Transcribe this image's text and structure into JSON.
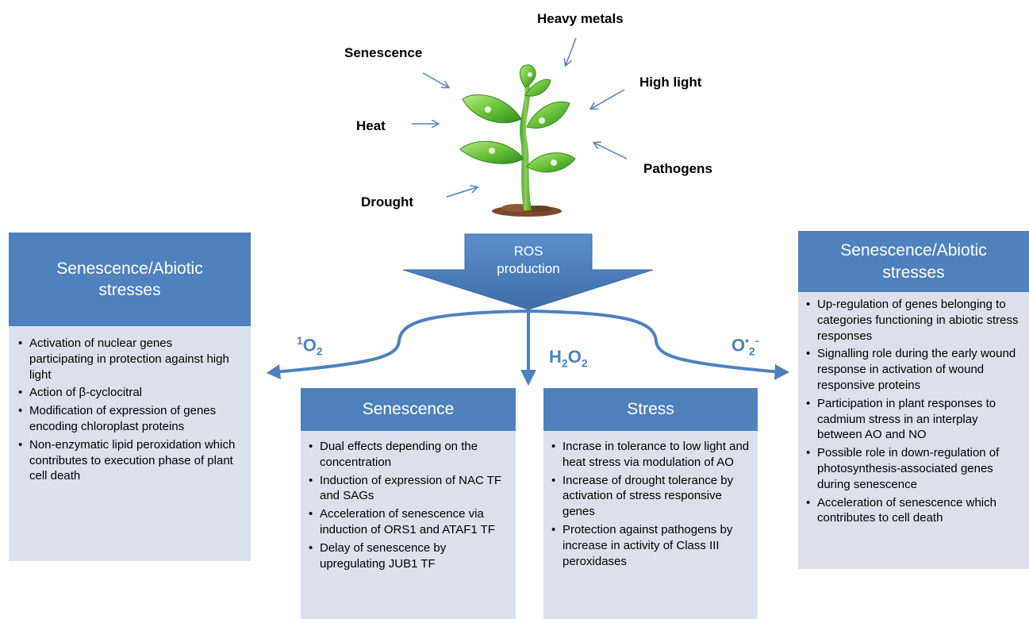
{
  "stressors": {
    "heavy_metals": "Heavy metals",
    "senescence": "Senescence",
    "high_light": "High light",
    "heat": "Heat",
    "pathogens": "Pathogens",
    "drought": "Drought"
  },
  "ros_production": {
    "line1": "ROS",
    "line2": "production"
  },
  "species": {
    "singlet_oxygen": {
      "sup": "1",
      "base": "O",
      "sub": "2"
    },
    "hydrogen_peroxide": {
      "base1": "H",
      "sub1": "2",
      "base2": "O",
      "sub2": "2"
    },
    "superoxide": {
      "base": "O",
      "sup": "•",
      "sub": "2",
      "charge": "-"
    }
  },
  "boxes": {
    "left": {
      "title": "Senescence/Abiotic stresses",
      "items": [
        "Activation of nuclear genes participating in protection against high light",
        "Action of β-cyclocitral",
        "Modification of expression of genes encoding chloroplast proteins",
        "Non-enzymatic lipid peroxidation which contributes to execution phase of plant cell death"
      ]
    },
    "senescence": {
      "title": "Senescence",
      "items": [
        "Dual effects depending on the concentration",
        "Induction of expression of NAC TF and SAGs",
        "Acceleration of senescence via induction of  ORS1 and ATAF1 TF",
        "Delay of senescence by upregulating JUB1 TF"
      ]
    },
    "stress": {
      "title": "Stress",
      "items": [
        "Incrase in tolerance to low light and heat stress via modulation of AO",
        "Increase of drought tolerance by activation of stress responsive genes",
        "Protection against pathogens by increase in activity of Class III peroxidases"
      ]
    },
    "right": {
      "title": "Senescence/Abiotic stresses",
      "items": [
        "Up-regulation of genes belonging to categories functioning in abiotic stress responses",
        "Signalling role during the early wound response  in activation of wound responsive proteins",
        "Participation in plant responses to cadmium stress in an interplay between AO and NO",
        "Possible role in down-regulation of photosynthesis-associated genes during senescence",
        "Acceleration of senescence which contributes to cell death"
      ]
    }
  },
  "colors": {
    "accent": "#4f81bd",
    "box_body": "#dbe1ec",
    "leaf": "#6cc23a",
    "soil": "#7a4a2a"
  },
  "icons": {
    "plant": "plant-illustration"
  }
}
